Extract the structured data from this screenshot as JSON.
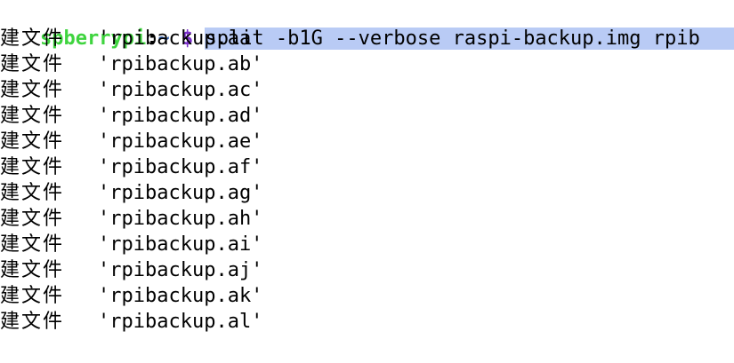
{
  "prompt": {
    "host": "spberrypi",
    "separator": ":",
    "path": "~",
    "symbol": "$",
    "command": "split -b1G --verbose raspi-backup.img rpib"
  },
  "colors": {
    "host": "#3fd43f",
    "path": "#2f5fb0",
    "symbol": "#7b2fc9",
    "selection": "#b9cbf5"
  },
  "output": {
    "prefix": "建文件",
    "files": [
      "'rpibackup.aa'",
      "'rpibackup.ab'",
      "'rpibackup.ac'",
      "'rpibackup.ad'",
      "'rpibackup.ae'",
      "'rpibackup.af'",
      "'rpibackup.ag'",
      "'rpibackup.ah'",
      "'rpibackup.ai'",
      "'rpibackup.aj'",
      "'rpibackup.ak'",
      "'rpibackup.al'"
    ]
  }
}
